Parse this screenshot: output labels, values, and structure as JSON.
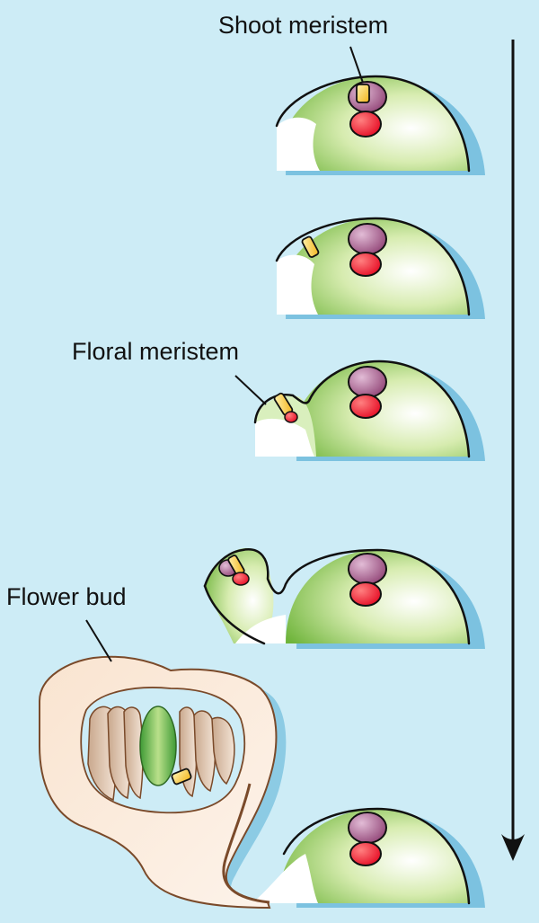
{
  "labels": {
    "shoot_meristem": "Shoot meristem",
    "floral_meristem": "Floral meristem",
    "flower_bud": "Flower bud"
  },
  "stages": 5,
  "arrow_direction": "down",
  "colors": {
    "background": "#cdecf6",
    "meristem_green": "#8cc63f",
    "shadow_blue": "#6fb7d6",
    "purple_cells": "#8a3a6e",
    "red_cells": "#e3001b",
    "yellow_cells": "#f6c21c",
    "flower_bud_tissue": "#f7dcc3",
    "outline": "#111111"
  }
}
